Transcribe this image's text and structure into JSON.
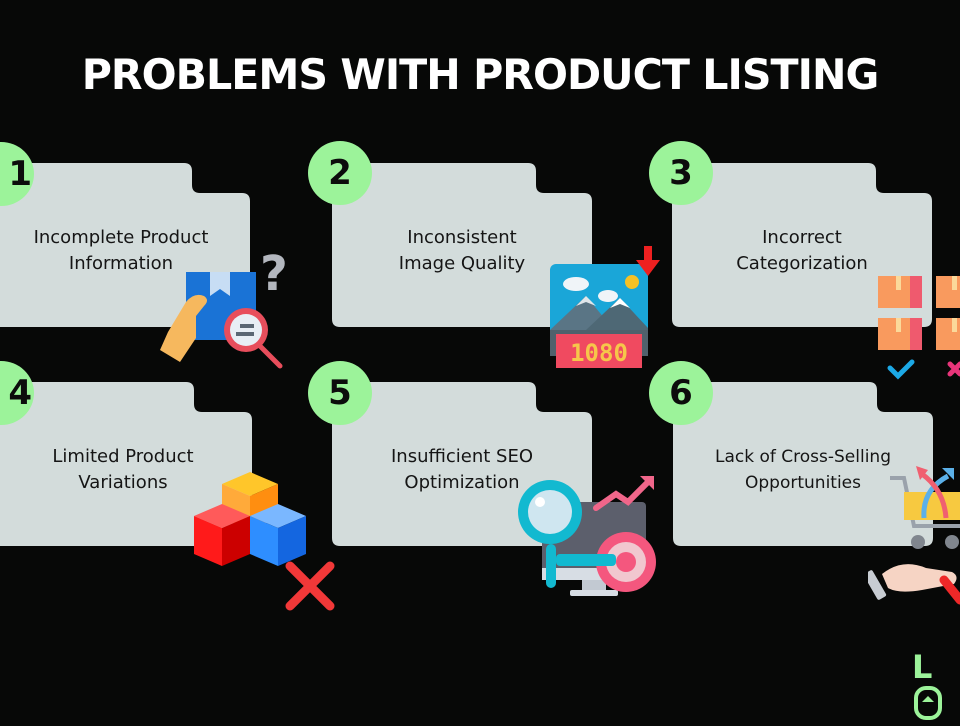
{
  "title": "PROBLEMS WITH PRODUCT LISTING",
  "colors": {
    "background": "#070807",
    "card": "#d3dcdb",
    "badge": "#9cf39a",
    "title": "#ffffff",
    "text": "#151515"
  },
  "problems": [
    {
      "number": "1",
      "line1": "Incomplete Product",
      "line2": "Information",
      "icon": "box-magnifier-question-icon"
    },
    {
      "number": "2",
      "line1": "Inconsistent",
      "line2": "Image Quality",
      "icon": "image-1080-down-arrow-icon"
    },
    {
      "number": "3",
      "line1": "Incorrect",
      "line2": "Categorization",
      "icon": "boxes-check-cross-icon"
    },
    {
      "number": "4",
      "line1": "Limited Product",
      "line2": "Variations",
      "icon": "cubes-cross-icon"
    },
    {
      "number": "5",
      "line1": "Insufficient SEO",
      "line2": "Optimization",
      "icon": "seo-magnifier-target-icon"
    },
    {
      "number": "6",
      "line1": "Lack of Cross-Selling",
      "line2": "Opportunities",
      "icon": "cart-hand-arrows-icon"
    }
  ],
  "image_badge_text": "1080",
  "logo": {
    "text": "L"
  }
}
